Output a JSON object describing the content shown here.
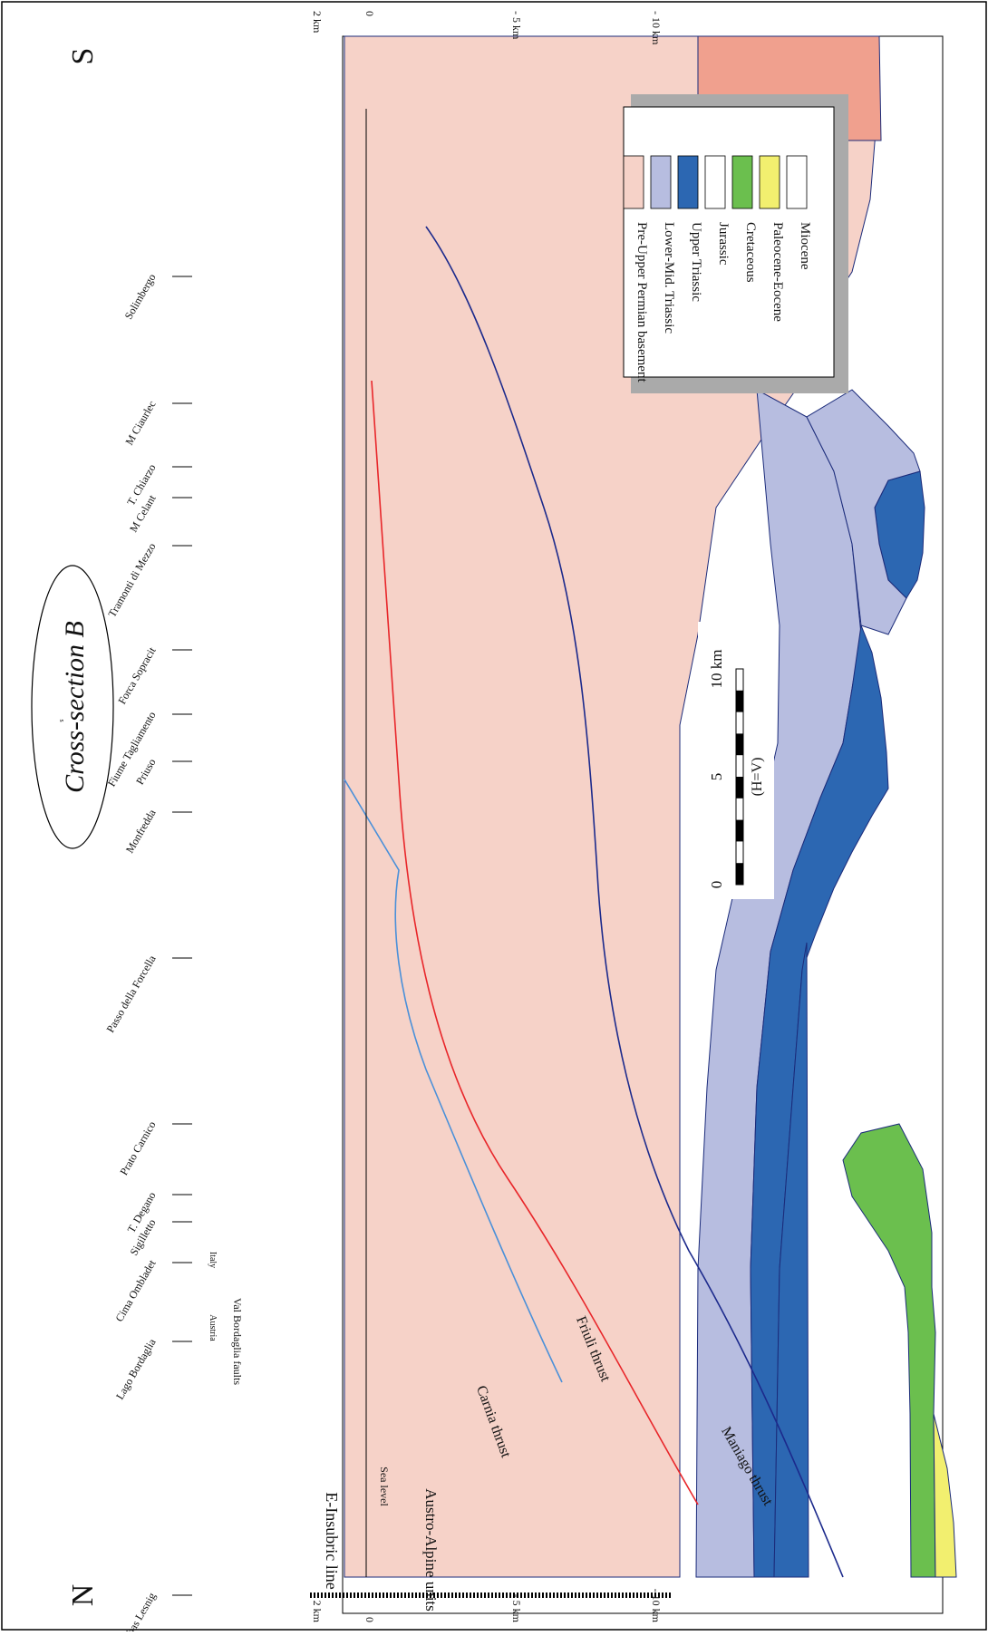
{
  "title": "Cross-section B",
  "directions": {
    "north": "N",
    "south": "S"
  },
  "page_mark": "s",
  "depth_labels_left": [
    "2 km",
    "0",
    "- 5 km",
    "- 10 km"
  ],
  "depth_labels_right": [
    "2 km",
    "0",
    "- 5 km",
    "- 10 km"
  ],
  "localities": [
    "Klebas Lesnig",
    "Lago Bordaglia",
    "Cima Ombladet",
    "Sigilletto",
    "T. Degano",
    "Prato Carnico",
    "Passo della Forcella",
    "Monfredda",
    "Priuso",
    "Fiume Tagliamento",
    "Forca Sopracit",
    "Tramonti di Mezzo",
    "M Celant",
    "T. Chiarzo",
    "M Ciaurlec",
    "Solimbergo"
  ],
  "structures": {
    "e_insubric": "E-Insubric line",
    "austro_alpine": "Austro-Alpine units",
    "sea_level": "Sea level",
    "carnia": "Carnia thrust",
    "friuli": "Friuli thrust",
    "maniago": "Maniago thrust",
    "val_bordaglia": "Val Bordaglia faults",
    "austria": "Austria",
    "italy": "Italy"
  },
  "legend": {
    "items": [
      {
        "label": "Miocene",
        "color": "#ffffff"
      },
      {
        "label": "Paleocene-Eocene",
        "color": "#f2ef6f"
      },
      {
        "label": "Cretaceous",
        "color": "#6bbf4e"
      },
      {
        "label": "Jurassic",
        "color": "#ffffff"
      },
      {
        "label": "Upper Triassic",
        "color": "#2c67b2"
      },
      {
        "label": "Lower-Mid. Triassic",
        "color": "#b7bde0"
      },
      {
        "label": "Pre-Upper Permian basement",
        "color": "#f6d2c8"
      }
    ]
  },
  "scale": {
    "ticks": [
      "0",
      "5",
      "10 km"
    ],
    "note": "(H=V)"
  },
  "colors": {
    "basement": "#f6d2c8",
    "austro_alpine": "#f0a08e",
    "upper_triassic": "#2c67b2",
    "lower_triassic": "#b7bde0",
    "cretaceous": "#6bbf4e",
    "paleogene": "#f2ef6f",
    "red_fault": "#e8262a",
    "carnia_blue": "#4a90d9",
    "maniago_navy": "#1c2a8c"
  }
}
